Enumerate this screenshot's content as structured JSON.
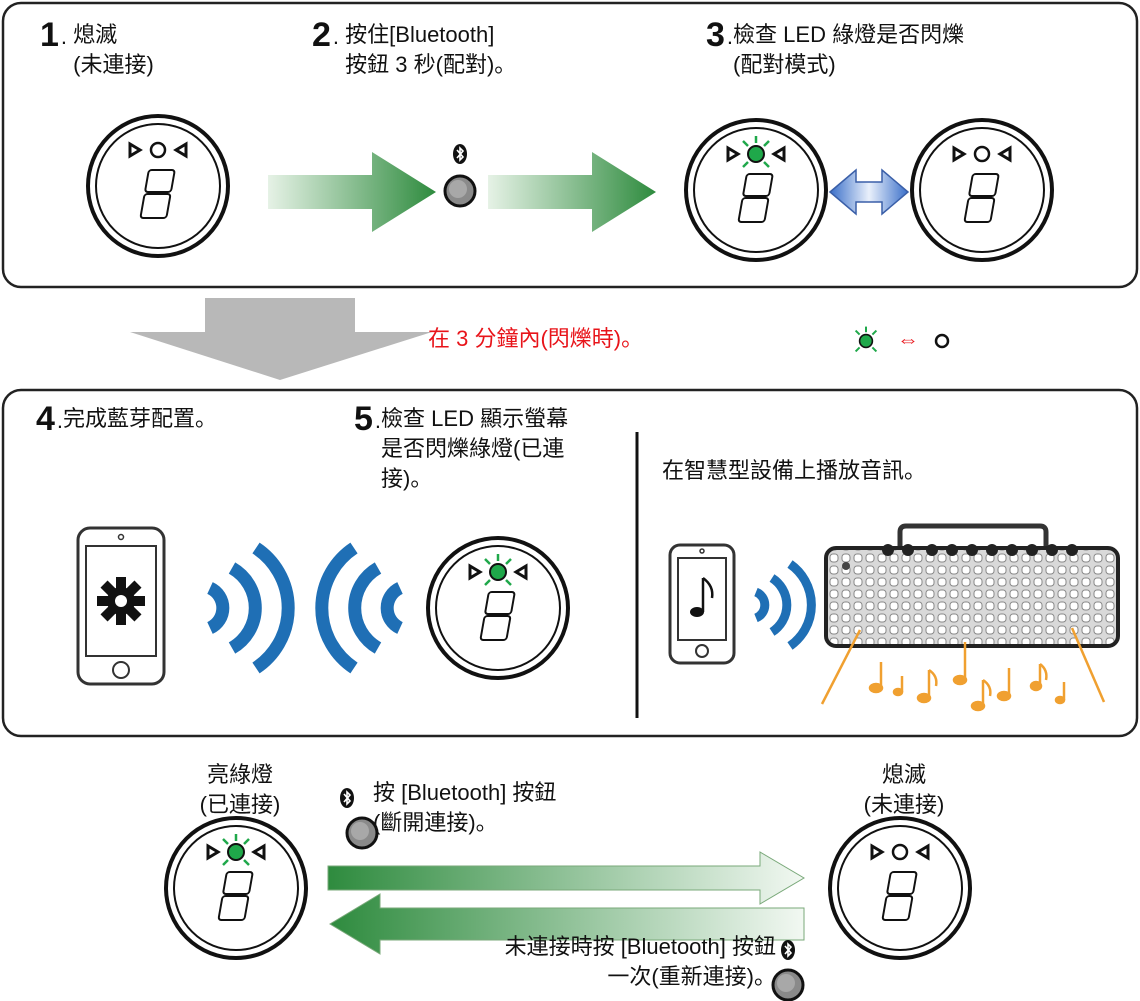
{
  "panel1": {
    "step1": {
      "num": "1",
      "text": "熄滅\n(未連接)"
    },
    "step2": {
      "num": "2",
      "text": "按住[Bluetooth]\n按鈕 3 秒(配對)。"
    },
    "step3": {
      "num": "3",
      "text": "檢查 LED 綠燈是否閃爍\n(配對模式)"
    }
  },
  "transition": {
    "note": "在 3 分鐘內(閃爍時)。",
    "legend_symbol": "⇔"
  },
  "panel2": {
    "step4": {
      "num": "4",
      "text": "完成藍芽配置。"
    },
    "step5": {
      "num": "5",
      "text": "檢查 LED 顯示螢幕\n是否閃爍綠燈(已連\n接)。"
    },
    "play_text": "在智慧型設備上播放音訊。"
  },
  "bottom": {
    "left_label": "亮綠燈\n(已連接)",
    "right_label": "熄滅\n(未連接)",
    "disconnect_text": "按 [Bluetooth] 按鈕\n(斷開連接)。",
    "reconnect_text": "未連接時按 [Bluetooth] 按鈕\n一次(重新連接)。"
  },
  "colors": {
    "green_arrow": "#2e8b3e",
    "led_green": "#1fa84a",
    "accent_red": "#e8141a",
    "bluetooth_wave": "#1f6fb5",
    "note_orange": "#f0a030"
  }
}
